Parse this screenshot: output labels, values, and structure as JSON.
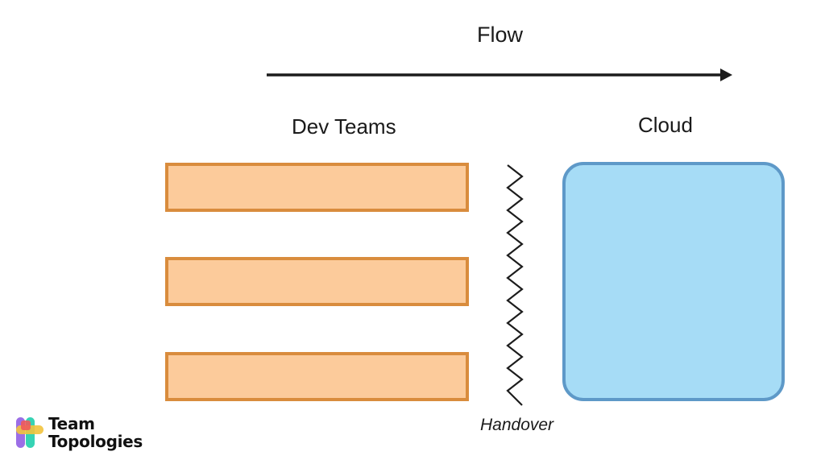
{
  "diagram": {
    "flow_label": "Flow",
    "dev_teams_label": "Dev Teams",
    "cloud_label": "Cloud",
    "handover_label": "Handover",
    "dev_team_count": 3
  },
  "logo": {
    "line1": "Team",
    "line2": "Topologies"
  },
  "colors": {
    "team_fill": "#fccb9b",
    "team_stroke": "#d98c3d",
    "cloud_fill": "#a6dcf6",
    "cloud_stroke": "#5e99c8",
    "arrow": "#1c1c1c"
  }
}
